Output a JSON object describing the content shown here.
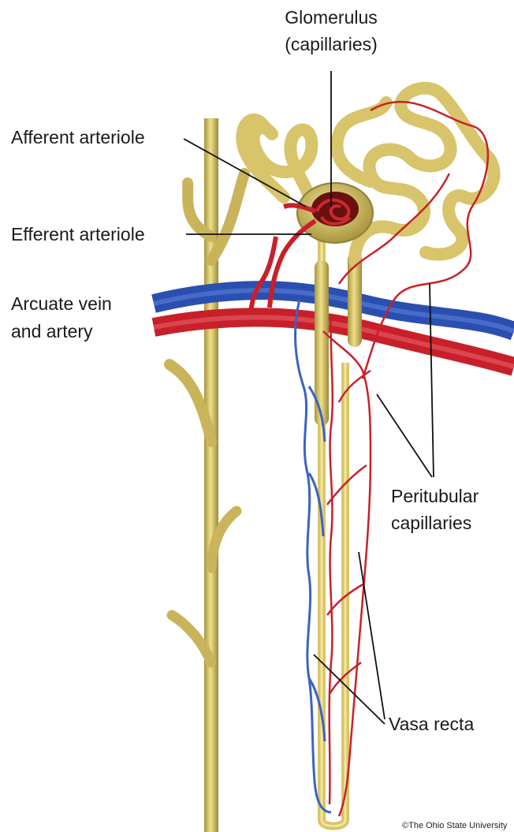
{
  "labels": {
    "glomerulus_line1": "Glomerulus",
    "glomerulus_line2": "(capillaries)",
    "afferent": "Afferent arteriole",
    "efferent": "Efferent arteriole",
    "arcuate_line1": "Arcuate vein",
    "arcuate_line2": "and artery",
    "peritubular_line1": "Peritubular",
    "peritubular_line2": "capillaries",
    "vasa_recta": "Vasa recta"
  },
  "copyright": "©The Ohio State University",
  "colors": {
    "tubule": "#d8c46a",
    "tubule_shadow": "#9c8a3a",
    "artery": "#c8202a",
    "vein": "#2a4fb0",
    "glomerulus": "#8a1020",
    "leader_line": "#111111"
  }
}
